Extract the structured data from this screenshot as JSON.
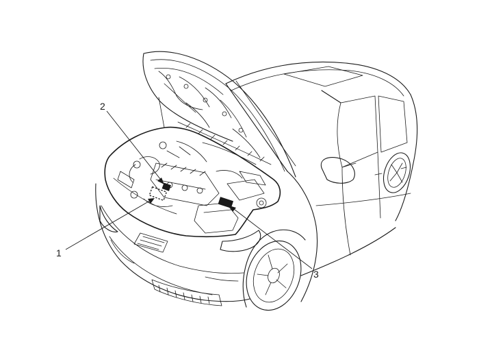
{
  "callouts": [
    {
      "label": "1"
    },
    {
      "label": "2"
    },
    {
      "label": "3"
    }
  ],
  "colors": {
    "line": "#1a1a1a",
    "background": "#ffffff"
  }
}
